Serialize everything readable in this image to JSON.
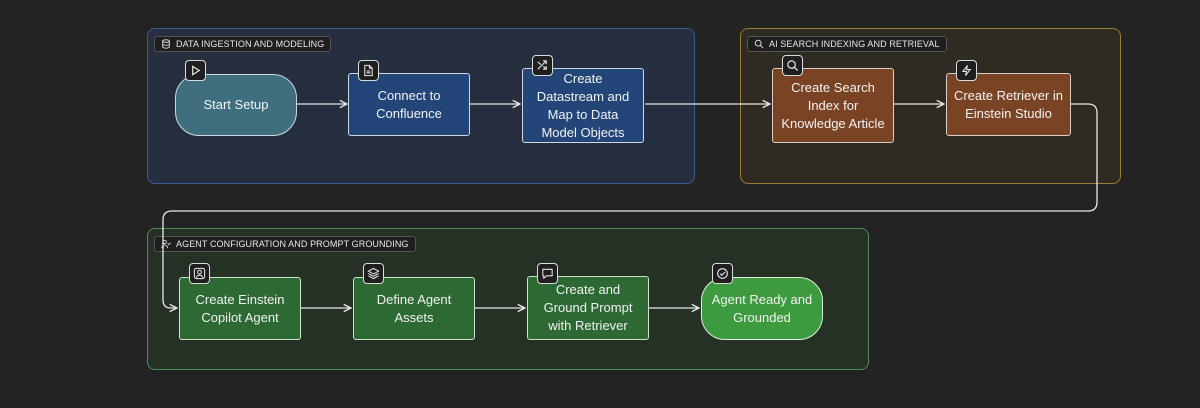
{
  "groups": {
    "ingest": {
      "label": "DATA INGESTION AND MODELING",
      "icon": "database-icon"
    },
    "ai": {
      "label": "AI SEARCH INDEXING AND RETRIEVAL",
      "icon": "search-icon"
    },
    "agent": {
      "label": "AGENT CONFIGURATION AND PROMPT GROUNDING",
      "icon": "user-check-icon"
    }
  },
  "nodes": {
    "start": {
      "label": "Start Setup",
      "icon": "play-icon"
    },
    "connect": {
      "label": "Connect to Confluence",
      "icon": "document-icon"
    },
    "datastream": {
      "label": "Create Datastream and Map to Data Model Objects",
      "icon": "shuffle-icon"
    },
    "index": {
      "label": "Create Search Index for Knowledge Article",
      "icon": "search-icon"
    },
    "retriever": {
      "label": "Create Retriever in Einstein Studio",
      "icon": "lightning-icon"
    },
    "copilot": {
      "label": "Create Einstein Copilot Agent",
      "icon": "user-icon"
    },
    "assets": {
      "label": "Define Agent Assets",
      "icon": "layers-icon"
    },
    "prompt": {
      "label": "Create and Ground Prompt with Retriever",
      "icon": "message-icon"
    },
    "ready": {
      "label": "Agent Ready and Grounded",
      "icon": "check-circle-icon"
    }
  },
  "colors": {
    "background": "#232323",
    "ingest_group": "#3a5a99",
    "ai_group": "#9a7a36",
    "agent_group": "#4d8d52",
    "blue_node": "#234578",
    "teal_node": "#3f6f7f",
    "brown_node": "#7a4324",
    "green_node": "#2d6933",
    "bright_green_node": "#3e9a3e",
    "edge": "#e6e6e6"
  }
}
